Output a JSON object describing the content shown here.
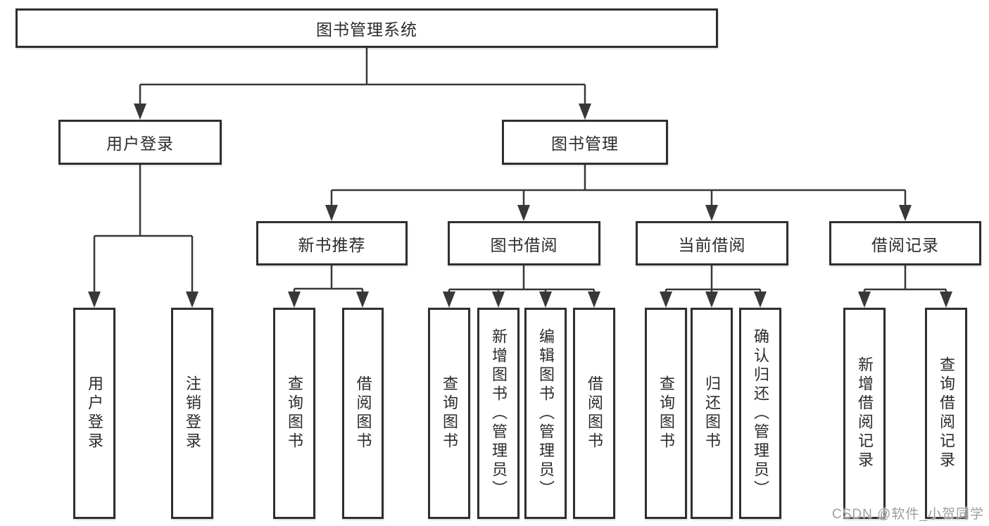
{
  "tree": {
    "label": "图书管理系统",
    "children": [
      {
        "label": "用户登录",
        "children": [
          {
            "label": "用户登录"
          },
          {
            "label": "注销登录"
          }
        ]
      },
      {
        "label": "图书管理",
        "children": [
          {
            "label": "新书推荐",
            "children": [
              {
                "label": "查询图书"
              },
              {
                "label": "借阅图书"
              }
            ]
          },
          {
            "label": "图书借阅",
            "children": [
              {
                "label": "查询图书"
              },
              {
                "label": "新增图书（管理员）"
              },
              {
                "label": "编辑图书（管理员）"
              },
              {
                "label": "借阅图书"
              }
            ]
          },
          {
            "label": "当前借阅",
            "children": [
              {
                "label": "查询图书"
              },
              {
                "label": "归还图书"
              },
              {
                "label": "确认归还（管理员）"
              }
            ]
          },
          {
            "label": "借阅记录",
            "children": [
              {
                "label": "新增借阅记录"
              },
              {
                "label": "查询借阅记录"
              }
            ]
          }
        ]
      }
    ]
  },
  "watermark": {
    "text": "CSDN @软件_小贺同学"
  },
  "colors": {
    "line": "#383838",
    "box_border": "#2f2f2f",
    "text": "#2b2b2b",
    "watermark": "#9e9e9e",
    "background": "#ffffff"
  }
}
